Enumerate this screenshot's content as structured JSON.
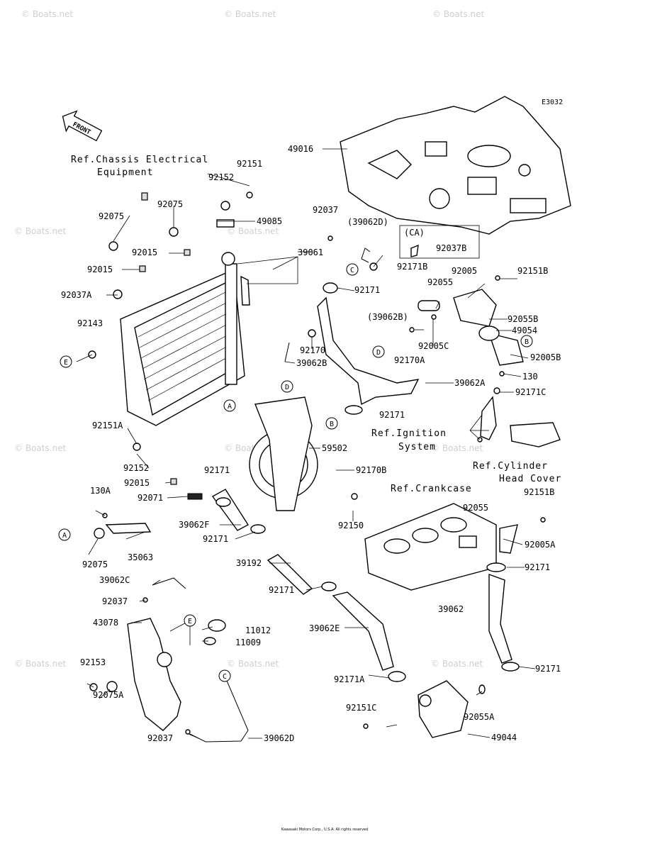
{
  "diagram_code": "E3032",
  "front_label": "FRONT",
  "watermark": "© Boats.net",
  "references": {
    "chassis_electrical_1": "Ref.Chassis Electrical",
    "chassis_electrical_2": "Equipment",
    "ignition_1": "Ref.Ignition",
    "ignition_2": "System",
    "cylinder_head_1": "Ref.Cylinder",
    "cylinder_head_2": "Head Cover",
    "crankcase": "Ref.Crankcase"
  },
  "ca_box": {
    "tag": "(CA)",
    "part": "92037B"
  },
  "callout_letters": [
    "A",
    "B",
    "C",
    "D",
    "E"
  ],
  "parts": {
    "p49016": "49016",
    "p92151": "92151",
    "p92152_top": "92152",
    "p92075_a": "92075",
    "p92075_b": "92075",
    "p49085": "49085",
    "p92037_top": "92037",
    "p39062D_paren": "(39062D)",
    "p92015_a": "92015",
    "p39061": "39061",
    "p92015_b": "92015",
    "p92171B": "92171B",
    "p92037A": "92037A",
    "p92171_a": "92171",
    "p92005": "92005",
    "p92151B_top": "92151B",
    "p92055_top": "92055",
    "p92055B": "92055B",
    "p39062B_paren": "(39062B)",
    "p92143": "92143",
    "p49054": "49054",
    "p92005C": "92005C",
    "p92170": "92170",
    "p92005B": "92005B",
    "p39062B": "39062B",
    "p92170A": "92170A",
    "p130": "130",
    "p39062A": "39062A",
    "p92171C": "92171C",
    "p92171_b": "92171",
    "p92151A": "92151A",
    "p59502": "59502",
    "p92152_bottom": "92152",
    "p92171_c": "92171",
    "p92170B": "92170B",
    "p92015_c": "92015",
    "p130A": "130A",
    "p92071": "92071",
    "p92151B_mid": "92151B",
    "p92055_mid": "92055",
    "p92150": "92150",
    "p39062F": "39062F",
    "p92005A": "92005A",
    "p92171_d": "92171",
    "p35063": "35063",
    "p92075_c": "92075",
    "p39192": "39192",
    "p92171_e": "92171",
    "p39062C": "39062C",
    "p92037_mid": "92037",
    "p39062": "39062",
    "p43078": "43078",
    "p11012": "11012",
    "p39062E": "39062E",
    "p11009": "11009",
    "p92153": "92153",
    "p92171_f": "92171",
    "p92171A": "92171A",
    "p92075A": "92075A",
    "p92151C": "92151C",
    "p92055A": "92055A",
    "p92037_bottom": "92037",
    "p39062D": "39062D",
    "p49044": "49044"
  },
  "copyright": "Kawasaki Motors Corp., U.S.A. All rights reserved"
}
